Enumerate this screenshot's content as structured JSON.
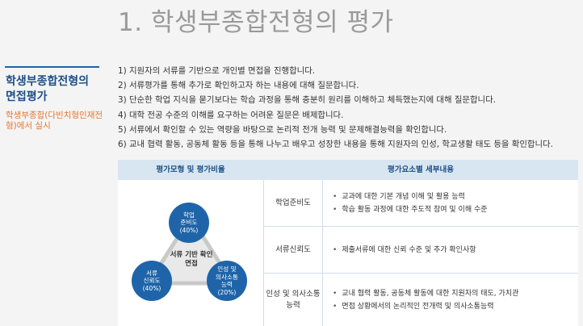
{
  "page_title": "1. 학생부종합전형의 평가",
  "sidebar": {
    "title": "학생부종합전형의 면접평가",
    "subtitle": "학생부종합(다빈치형인재전형)에서 실시"
  },
  "items": [
    "1)  지원자의 서류를 기반으로 개인별 면접을 진행합니다.",
    "2) 서류평가를 통해 추가로 확인하고자 하는 내용에 대해 질문합니다.",
    "3) 단순한 학업 지식을 묻기보다는 학습 과정을 통해 충분히 원리를 이해하고 체득했는지에 대해 질문합니다.",
    "4) 대학 전공 수준의 이해를 요구하는 어려운 질문은 배제합니다.",
    "5) 서류에서 확인할 수 있는 역량을 바탕으로 논리적 전개 능력 및 문제해결능력을 확인합니다.",
    "6) 교내 협력 활동, 공동체 활동 등을 통해 나누고 배우고 성장한 내용을 통해 지원자의 인성, 학교생활 태도 등을 확인합니다."
  ],
  "table": {
    "header_model": "평가모형 및 평가비율",
    "header_detail": "평가요소별 세부내용",
    "rows": [
      {
        "label": "학업준비도",
        "details": [
          "교과에 대한 기본 개념 이해 및 활용 능력",
          "학습 활동 과정에 대한 주도적 참여 및 이해 수준"
        ]
      },
      {
        "label": "서류신뢰도",
        "details": [
          "제출서류에 대한 신뢰 수준 및 추가 확인사항"
        ]
      },
      {
        "label": "인성 및 의사소통능력",
        "details": [
          "교내 협력 활동, 공동체 활동에 대한 지원자의 태도, 가치관",
          "면접 상황에서의 논리적인 전개력 및 의사소통능력"
        ]
      }
    ]
  },
  "diagram": {
    "center": "서류 기반 확인 면접",
    "top": {
      "line1": "학업",
      "line2": "준비도",
      "pct": "(40%)"
    },
    "left": {
      "line1": "서류",
      "line2": "신뢰도",
      "pct": "(40%)"
    },
    "right": {
      "line1": "인성 및",
      "line2": "의사소통",
      "line3": "능력",
      "pct": "(20%)"
    },
    "circle_color": "#1f64a8",
    "triangle_color": "#c9c9c9"
  }
}
